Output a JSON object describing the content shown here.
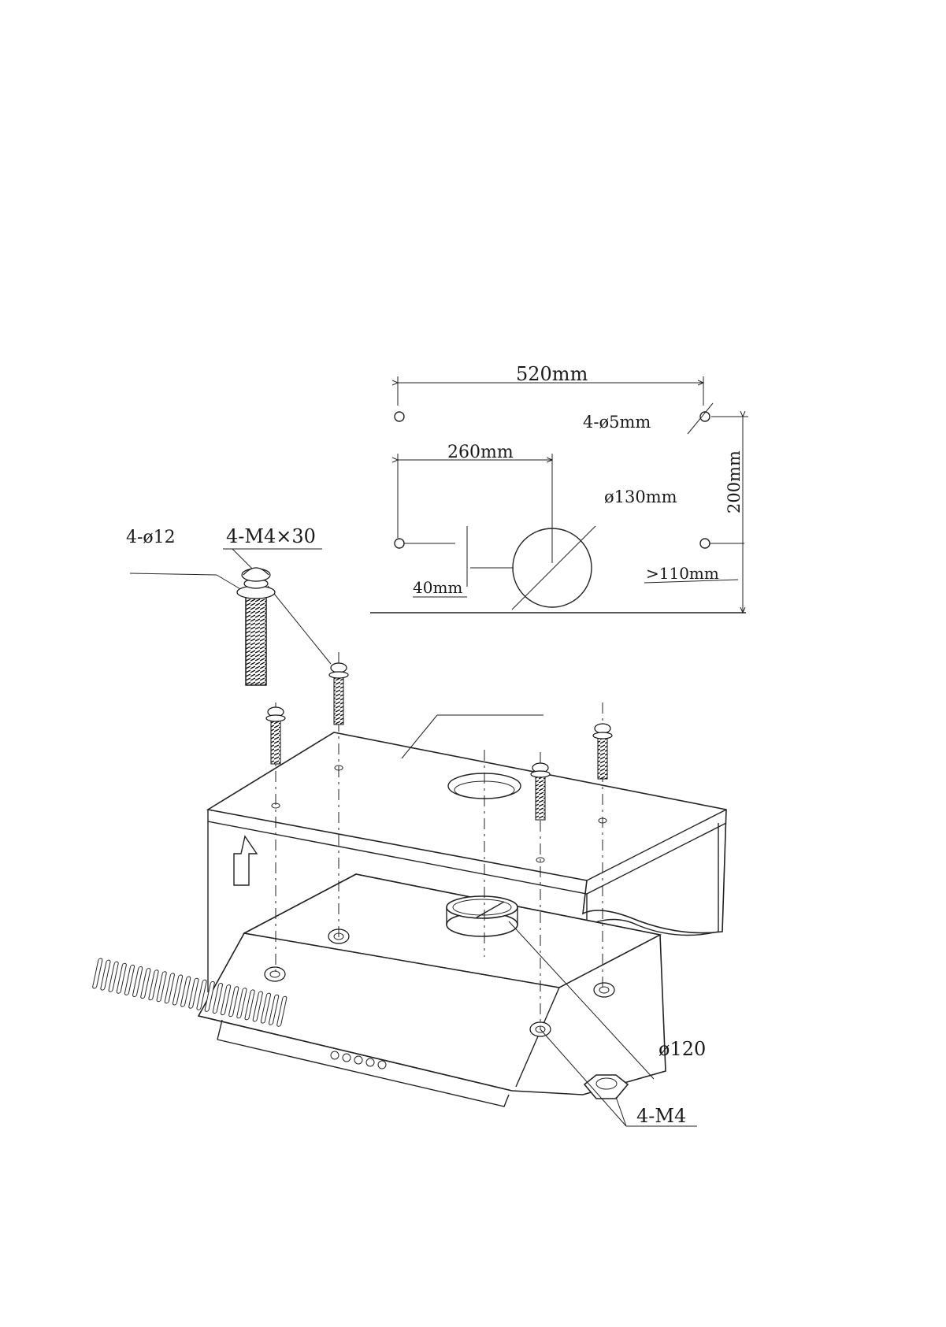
{
  "template": {
    "dim_width": "520mm",
    "dim_hole_spacing": "260mm",
    "dim_height": "200mm",
    "dim_offset": "40mm",
    "dim_clearance": ">110mm",
    "hole_spec": "4-ø5mm",
    "duct_hole_spec": "ø130mm"
  },
  "assembly": {
    "washer_spec": "4-ø12",
    "screw_spec": "4-M4×30",
    "outlet_spec": "ø120",
    "nut_spec": "4-M4"
  }
}
